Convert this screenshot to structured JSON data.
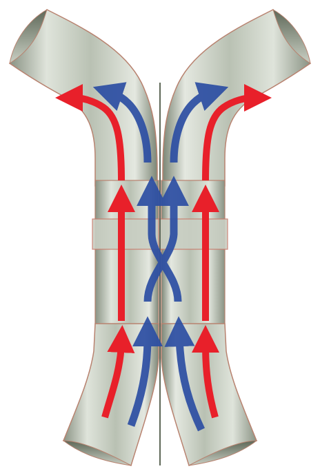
{
  "diagram": {
    "subject": "x-pipe-crossover-flow",
    "colors": {
      "background": "#ffffff",
      "pipe_light": "#d6dcd2",
      "pipe_mid": "#a9b3a4",
      "pipe_dark": "#6e7868",
      "pipe_edge": "#b8826f",
      "flange": "#c97a6a",
      "outer_flow": "#e8202a",
      "inner_flow": "#2c4ea3"
    },
    "flows": [
      {
        "id": "outer",
        "color_key": "outer_flow",
        "direction": "up"
      },
      {
        "id": "inner-crossing",
        "color_key": "inner_flow",
        "direction": "up"
      }
    ]
  }
}
